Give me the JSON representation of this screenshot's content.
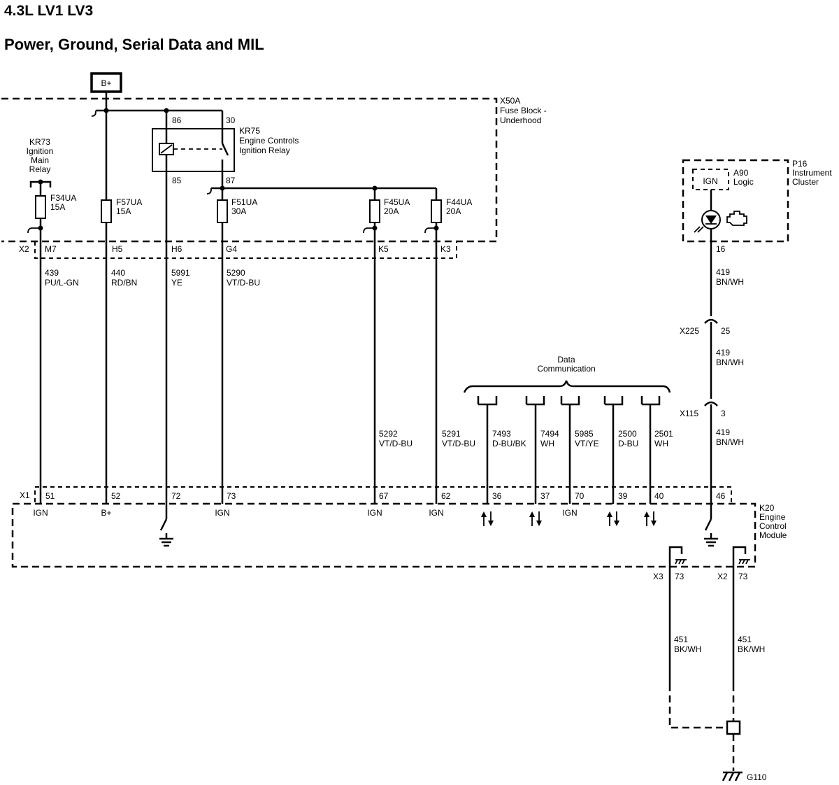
{
  "title": "4.3L LV1 LV3",
  "subtitle": "Power, Ground, Serial Data and MIL",
  "battery_label": "B+",
  "fuse_block": {
    "id": "X50A",
    "name_line1": "Fuse Block -",
    "name_line2": "Underhood"
  },
  "main_relay": {
    "id": "KR73",
    "name_line1": "Ignition",
    "name_line2": "Main",
    "name_line3": "Relay"
  },
  "ign_relay": {
    "id": "KR75",
    "name_line1": "Engine Controls",
    "name_line2": "Ignition Relay",
    "pin_86": "86",
    "pin_30": "30",
    "pin_85": "85",
    "pin_87": "87"
  },
  "fuses": [
    {
      "id": "F34UA",
      "rating": "15A"
    },
    {
      "id": "F57UA",
      "rating": "15A"
    },
    {
      "id": "F51UA",
      "rating": "30A"
    },
    {
      "id": "F45UA",
      "rating": "20A"
    },
    {
      "id": "F44UA",
      "rating": "20A"
    }
  ],
  "x2_connector": {
    "id": "X2",
    "pins": [
      "M7",
      "H5",
      "H6",
      "G4",
      "K5",
      "K3"
    ]
  },
  "wires_upper": [
    {
      "circuit": "439",
      "color": "PU/L-GN"
    },
    {
      "circuit": "440",
      "color": "RD/BN"
    },
    {
      "circuit": "5991",
      "color": "YE"
    },
    {
      "circuit": "5290",
      "color": "VT/D-BU"
    }
  ],
  "wires_lower": [
    {
      "circuit": "5292",
      "color": "VT/D-BU"
    },
    {
      "circuit": "5291",
      "color": "VT/D-BU"
    },
    {
      "circuit": "7493",
      "color": "D-BU/BK"
    },
    {
      "circuit": "7494",
      "color": "WH"
    },
    {
      "circuit": "5985",
      "color": "VT/YE"
    },
    {
      "circuit": "2500",
      "color": "D-BU"
    },
    {
      "circuit": "2501",
      "color": "WH"
    }
  ],
  "data_comm": {
    "line1": "Data",
    "line2": "Communication"
  },
  "cluster": {
    "id": "P16",
    "name_line1": "Instrument",
    "name_line2": "Cluster",
    "logic_id": "A90",
    "logic_name": "Logic",
    "ign_label": "IGN",
    "pin": "16"
  },
  "mil_circuit": {
    "circuit": "419",
    "color": "BN/WH"
  },
  "inline_x225": {
    "id": "X225",
    "pin": "25"
  },
  "inline_x115": {
    "id": "X115",
    "pin": "3"
  },
  "ecm": {
    "id": "K20",
    "name_line1": "Engine",
    "name_line2": "Control",
    "name_line3": "Module"
  },
  "x1_connector": {
    "id": "X1",
    "pins": [
      "51",
      "52",
      "72",
      "73",
      "67",
      "62",
      "36",
      "37",
      "70",
      "39",
      "40",
      "46"
    ]
  },
  "ecm_labels": {
    "ign": "IGN",
    "bplus": "B+"
  },
  "ground_x3": {
    "connector": "X3",
    "pin": "73"
  },
  "ground_x2": {
    "connector": "X2",
    "pin": "73"
  },
  "ground_wire": {
    "circuit": "451",
    "color": "BK/WH"
  },
  "ground_point": "G110"
}
